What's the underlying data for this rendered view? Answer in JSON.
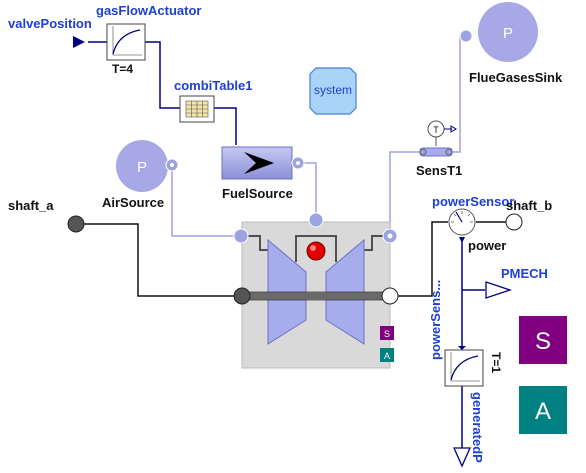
{
  "labels": {
    "valve_position": "valvePosition",
    "gas_flow_actuator": "gasFlowActuator",
    "gas_flow_actuator_param": "T=4",
    "combi_table": "combiTable1",
    "system": "system",
    "flue_gases_sink": "FlueGasesSink",
    "flue_gases_sink_symbol": "P",
    "sens_t1": "SensT1",
    "sens_t1_symbol": "T",
    "air_source": "AirSource",
    "air_source_symbol": "P",
    "fuel_source": "FuelSource",
    "shaft_a": "shaft_a",
    "shaft_b": "shaft_b",
    "power_sensor": "powerSensor",
    "power_sensor_output": "power",
    "pmech": "PMECH",
    "power_sens_block": "powerSens...",
    "power_sens_param": "T=1",
    "generated_p": "generatedP",
    "badge_s": "S",
    "badge_a": "A",
    "big_badge_s": "S",
    "big_badge_a": "A"
  },
  "colors": {
    "signal_line": "#000080",
    "fluid_line": "#9da3e0",
    "fluid_port": "#9da3e0",
    "turbine": "#a7acec",
    "connector_red": "#e00000",
    "badge_s": "#800080",
    "badge_a": "#008080",
    "label_blue": "#1f3fd0",
    "block_bg": "#d9d9d9"
  }
}
